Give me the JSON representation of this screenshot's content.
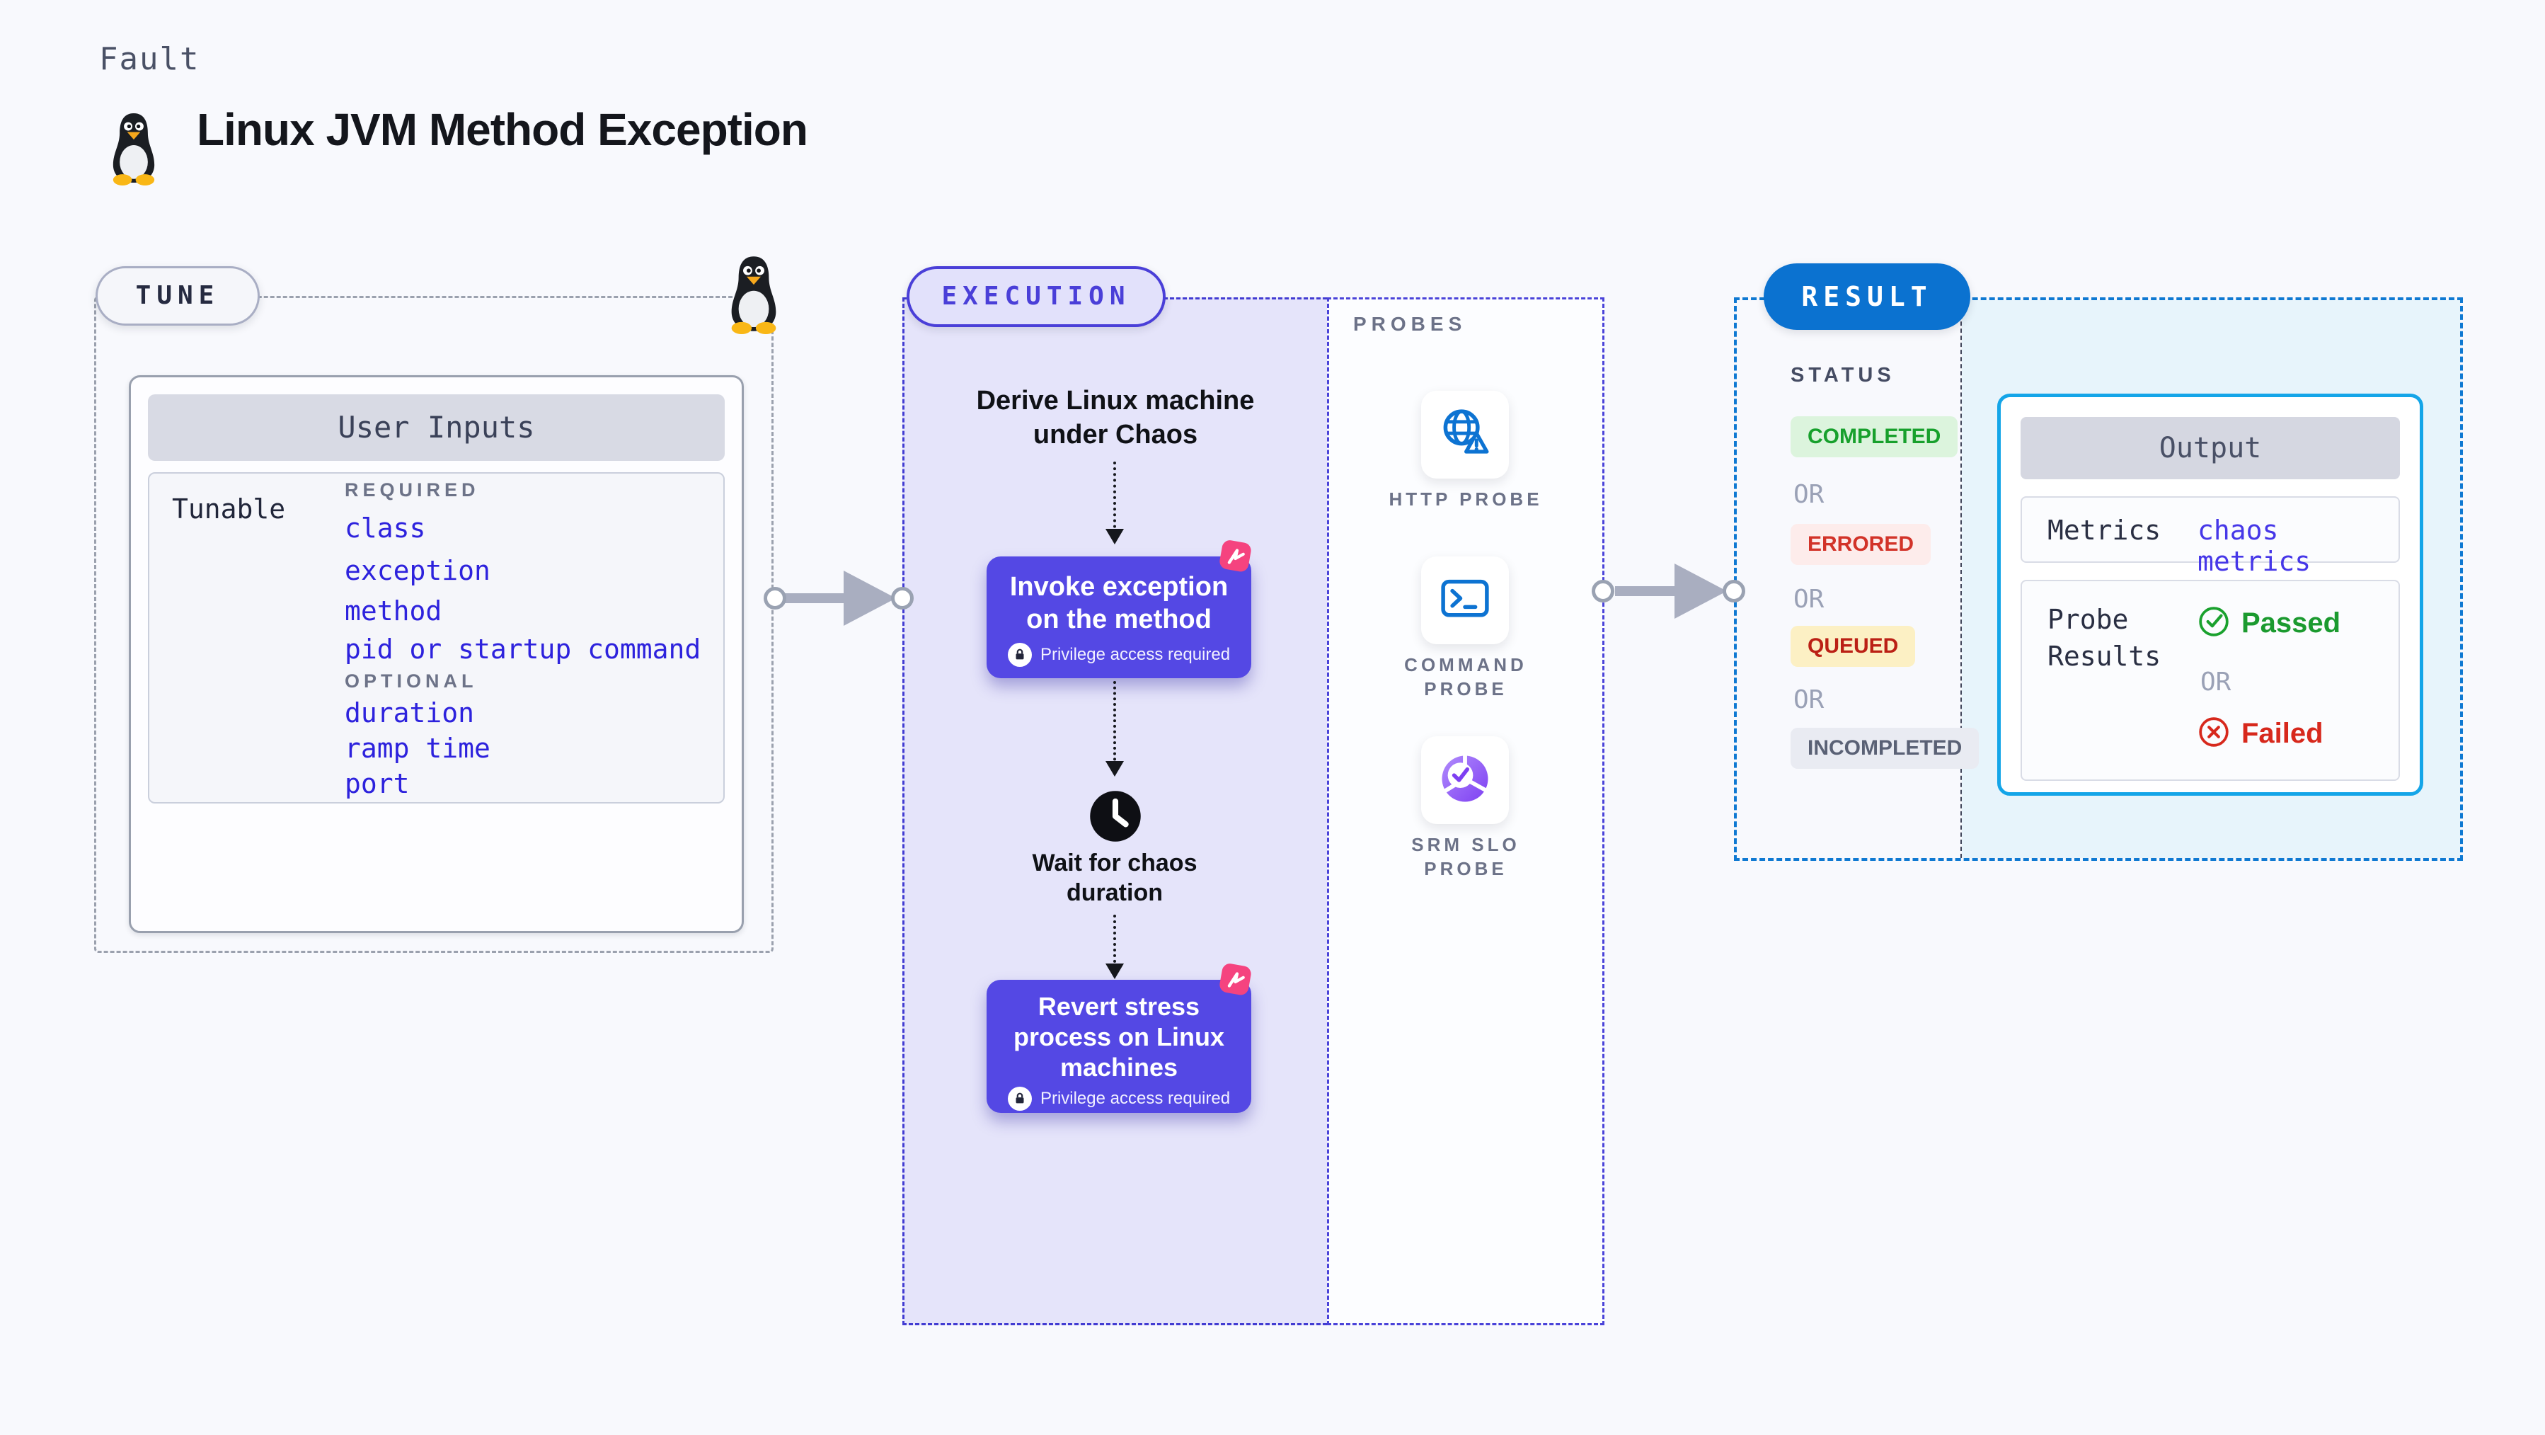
{
  "page": {
    "kicker": "Fault",
    "title": "Linux JVM Method Exception"
  },
  "tune": {
    "badge": "TUNE",
    "card_title": "User Inputs",
    "row_label": "Tunable",
    "required_label": "REQUIRED",
    "optional_label": "OPTIONAL",
    "required_items": [
      "class",
      "exception",
      "method",
      "pid or startup command"
    ],
    "optional_items": [
      "duration",
      "ramp time",
      "port"
    ]
  },
  "execution": {
    "badge": "EXECUTION",
    "derive_title": "Derive Linux machine under Chaos",
    "node_invoke": "Invoke exception on the method",
    "node_revert": "Revert stress process on Linux machines",
    "privilege": "Privilege access required",
    "wait_title": "Wait for chaos duration",
    "probes_label": "PROBES",
    "probes": [
      {
        "label": "HTTP PROBE",
        "icon": "globe-alert-icon"
      },
      {
        "label": "COMMAND PROBE",
        "icon": "terminal-icon"
      },
      {
        "label": "SRM SLO PROBE",
        "icon": "slo-pie-icon"
      }
    ]
  },
  "result": {
    "badge": "RESULT",
    "status_label": "STATUS",
    "or_label": "OR",
    "statuses": [
      {
        "label": "COMPLETED",
        "type": "success"
      },
      {
        "label": "ERRORED",
        "type": "error"
      },
      {
        "label": "QUEUED",
        "type": "warning"
      },
      {
        "label": "INCOMPLETED",
        "type": "neutral"
      }
    ],
    "output": {
      "title": "Output",
      "metrics_label": "Metrics",
      "metrics_value": "chaos metrics",
      "probe_results_label": "Probe Results",
      "passed_label": "Passed",
      "failed_label": "Failed"
    }
  },
  "colors": {
    "page_bg": "#f8f9fd",
    "indigo_accent": "#4a3fd8",
    "node_fill": "#5448e4",
    "lavender_panel": "#e5e4fa",
    "link_blue": "#2d22dd",
    "metrics_blue": "#4637e8",
    "result_blue": "#0b72d0",
    "output_border_cyan": "#14a5e8",
    "cyan_panel": "#e7f4fb",
    "success_green": "#17a02c",
    "error_red": "#d23329",
    "queued_red": "#bb2015",
    "pink_chaos": "#f5437f",
    "arrow_gray": "#a9aec0",
    "probe_icon_blue": "#0d73d2",
    "srm_purple": "#7e3ff2"
  }
}
